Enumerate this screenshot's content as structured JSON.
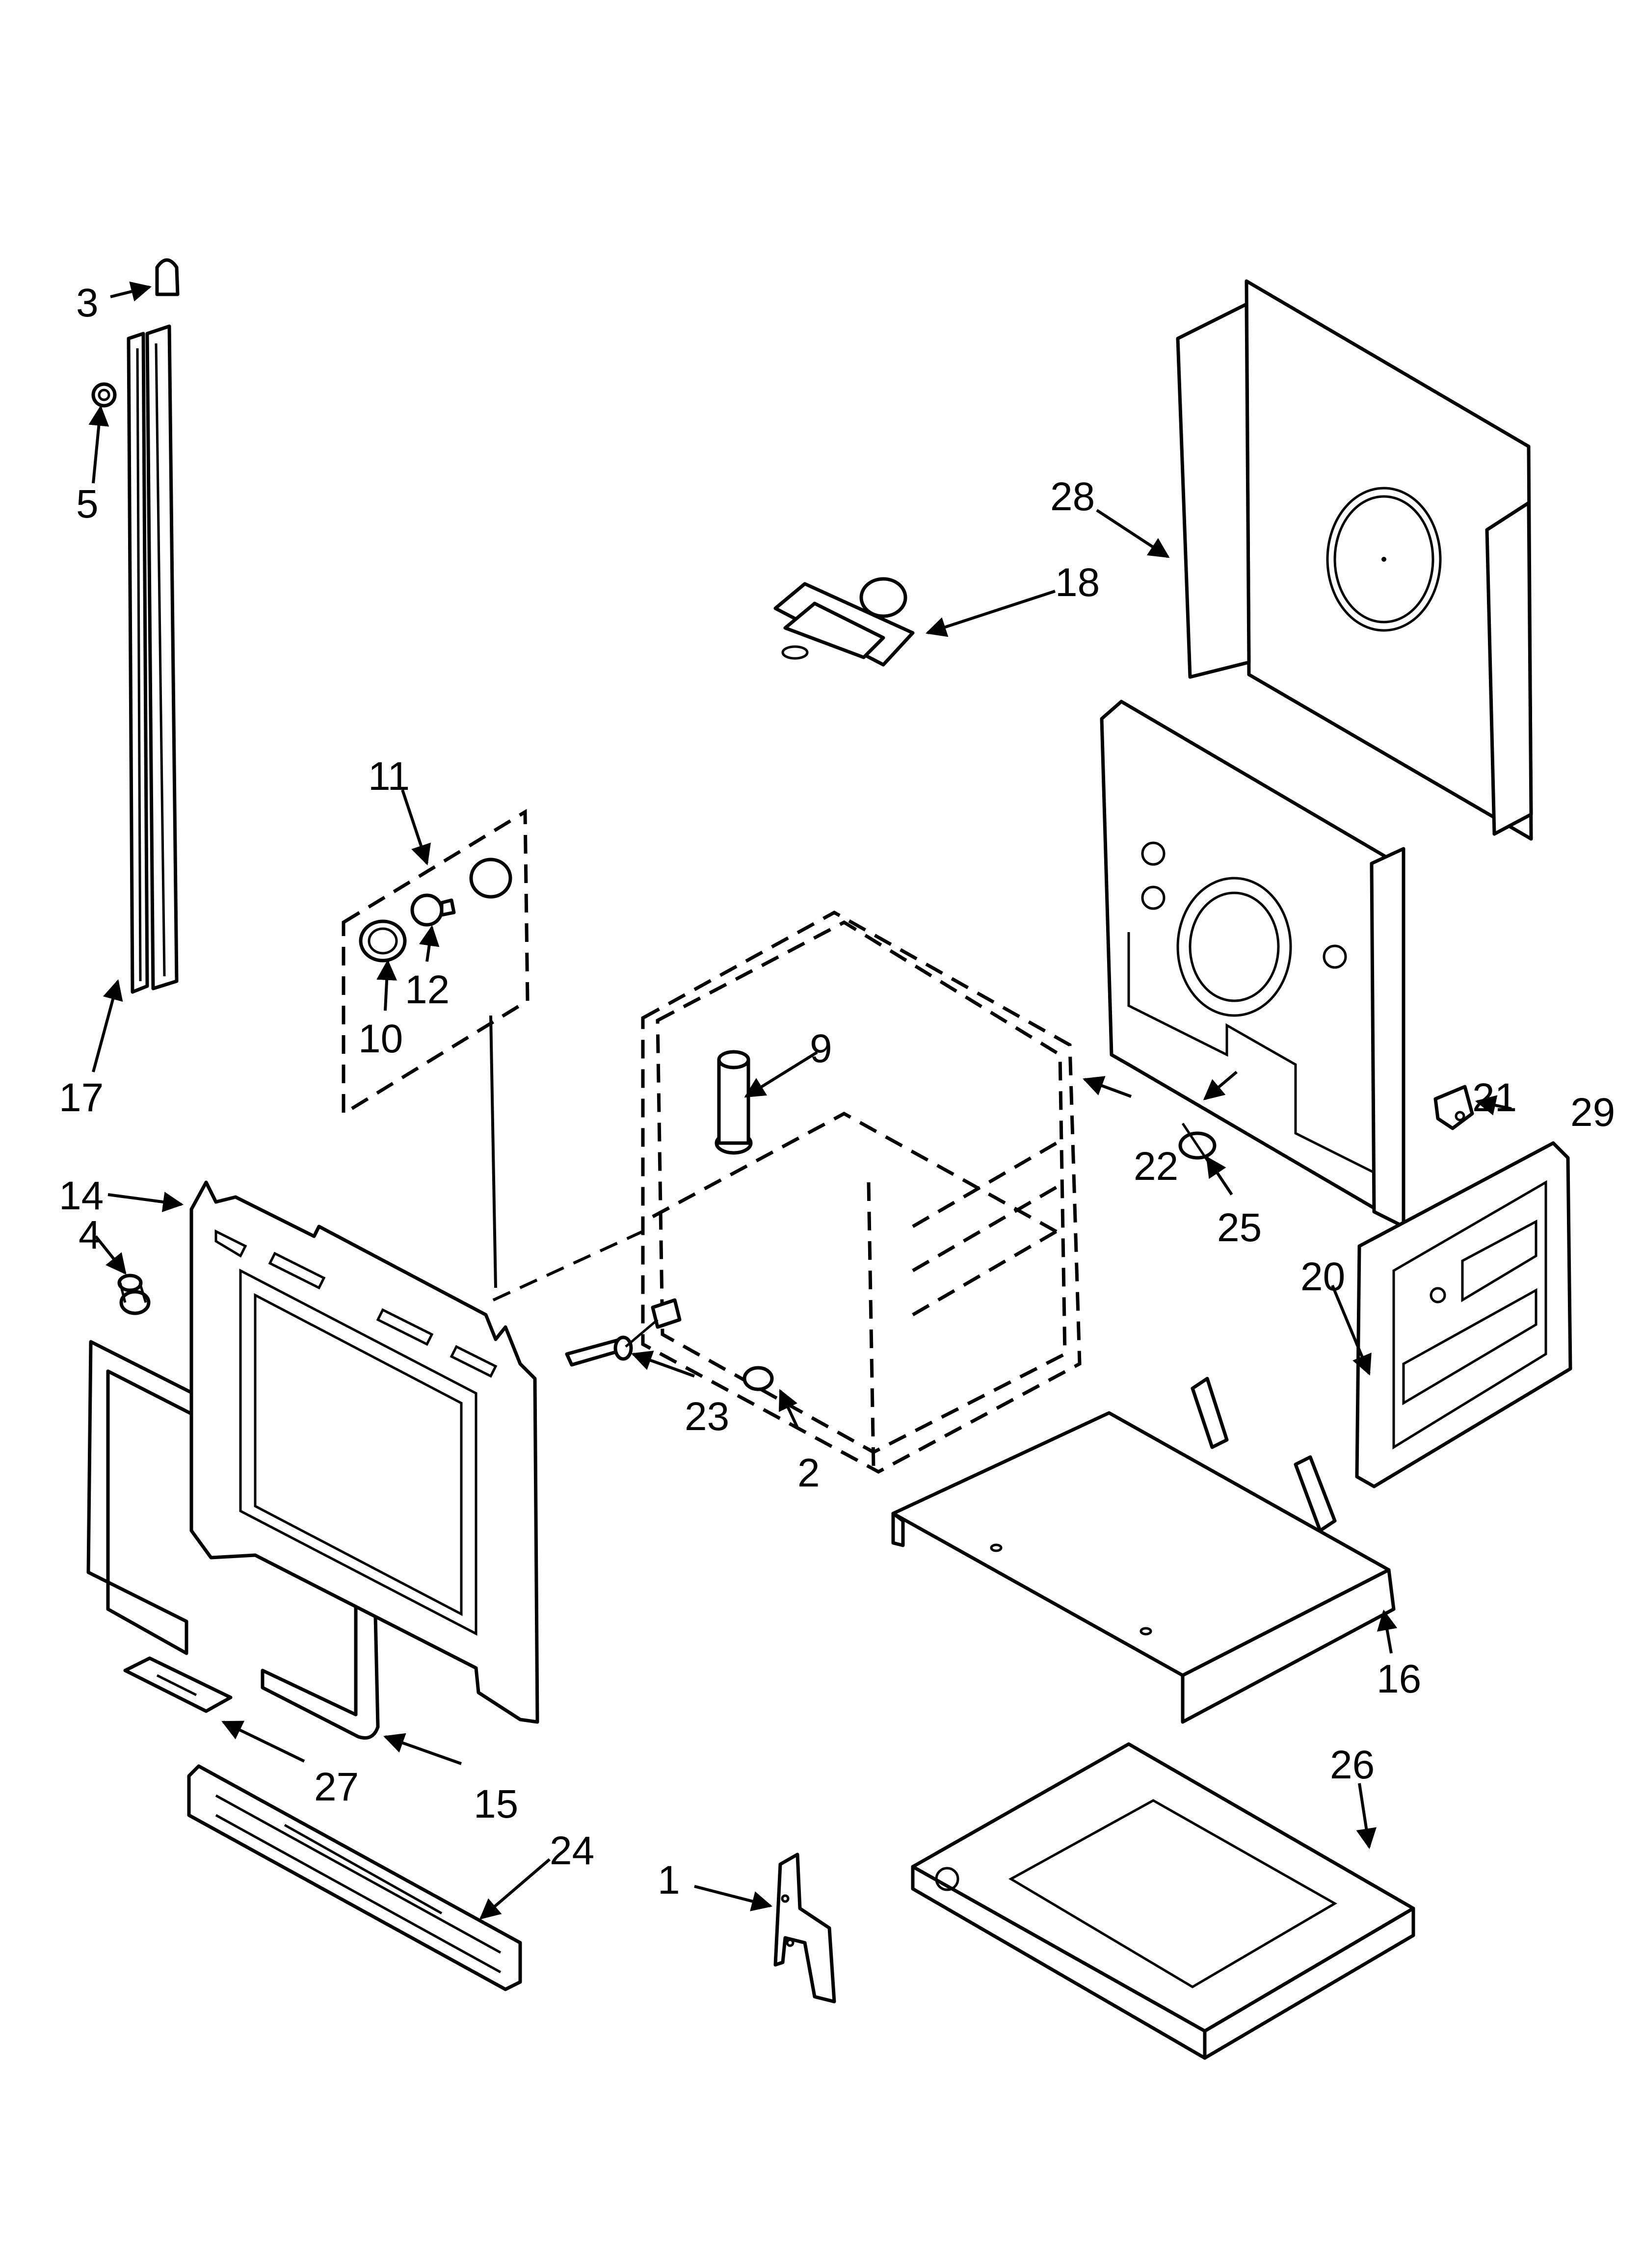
{
  "diagram": {
    "callouts": {
      "c1": "1",
      "c2": "2",
      "c3": "3",
      "c4": "4",
      "c5": "5",
      "c9": "9",
      "c10": "10",
      "c11": "11",
      "c12": "12",
      "c14": "14",
      "c15": "15",
      "c16": "16",
      "c17": "17",
      "c18": "18",
      "c20": "20",
      "c21": "21",
      "c22": "22",
      "c23": "23",
      "c24": "24",
      "c25": "25",
      "c26": "26",
      "c27": "27",
      "c28": "28",
      "c29": "29"
    }
  }
}
